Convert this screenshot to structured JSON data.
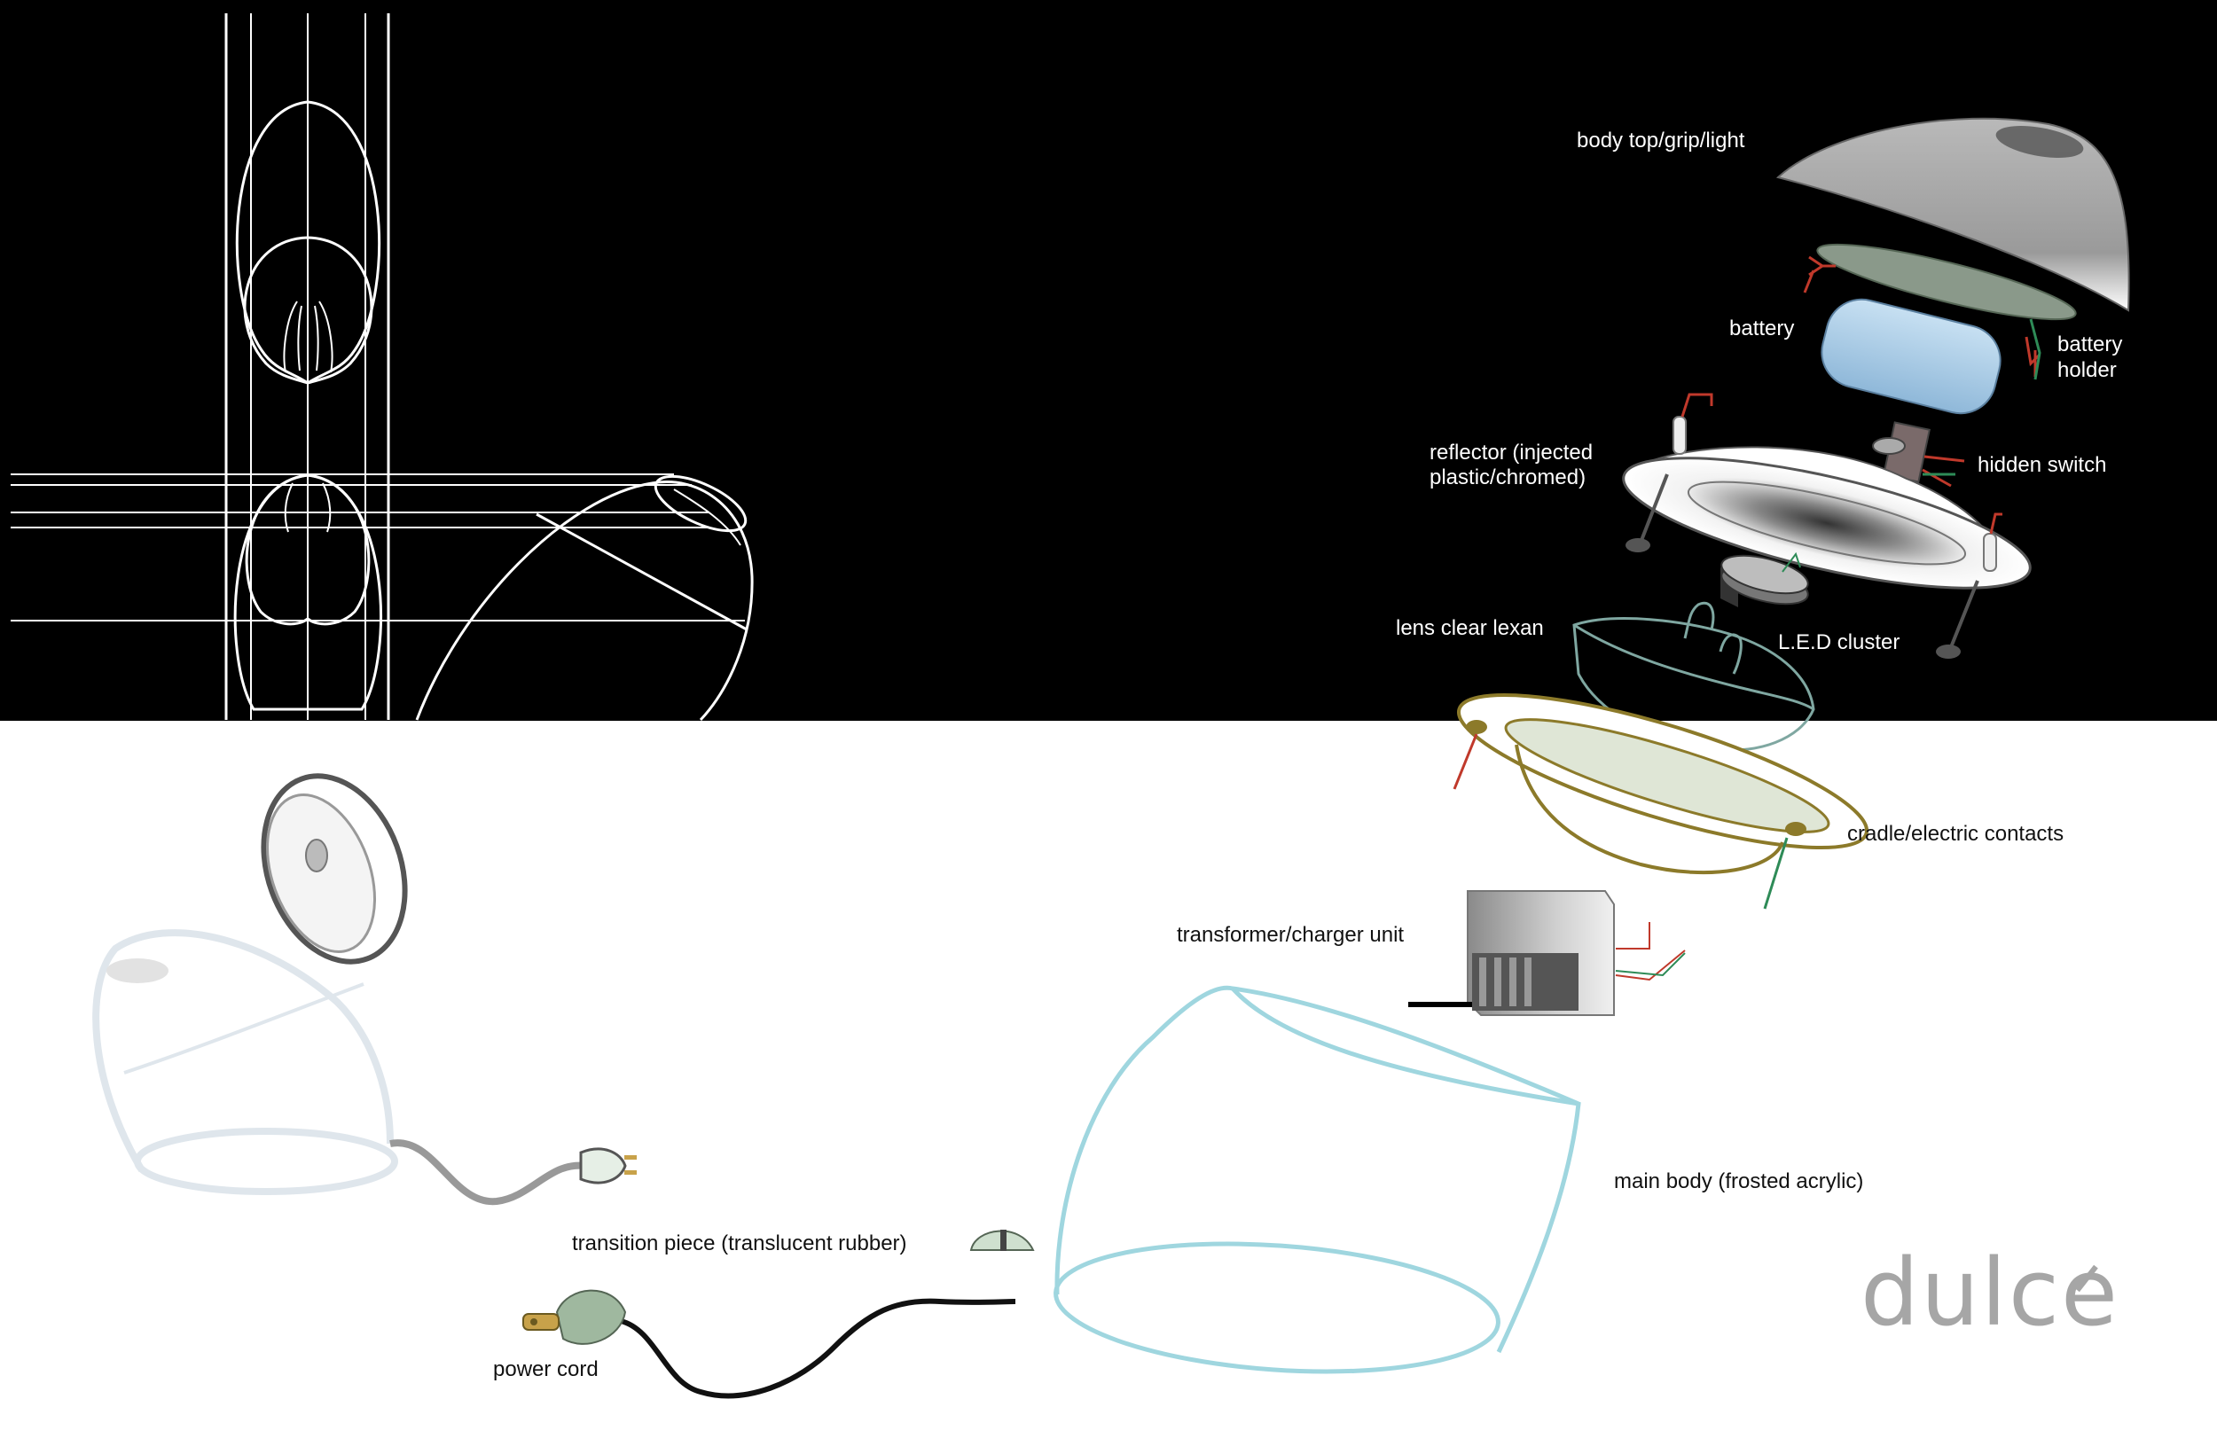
{
  "brand": {
    "logo_text": "dulce",
    "logo_color": "#a6a6a6"
  },
  "colors": {
    "top_background": "#000000",
    "bottom_background": "#ffffff",
    "main_body_outline": "#9fd6df",
    "cradle_outline": "#8c7a2a",
    "lens_outline": "#7fa7a1",
    "wire_red": "#c0392b",
    "wire_green": "#2e8b57",
    "battery_fill": "#a9cde8"
  },
  "labels": {
    "body_top": "body top/grip/light",
    "battery": "battery",
    "battery_holder": [
      "battery",
      "holder"
    ],
    "reflector": [
      "reflector (injected",
      "plastic/chromed)"
    ],
    "hidden_switch": "hidden switch",
    "lens": "lens clear lexan",
    "led_cluster": "L.E.D cluster",
    "cradle": "cradle/electric contacts",
    "transformer": "transformer/charger unit",
    "main_body": "main body (frosted acrylic)",
    "transition_piece": "transition piece (translucent rubber)",
    "power_cord": "power cord"
  }
}
